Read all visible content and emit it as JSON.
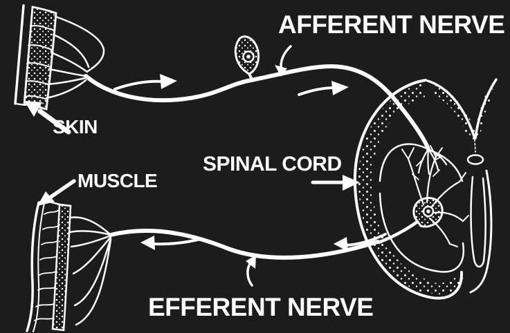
{
  "colors": {
    "background": "#1c1c1c",
    "ink": "#ffffff"
  },
  "diagram": {
    "type": "reflex-arc-illustration",
    "labels": {
      "afferent_nerve": "AFFERENT NERVE",
      "skin": "SKIN",
      "spinal_cord": "SPINAL CORD",
      "muscle": "MUSCLE",
      "efferent_nerve": "EFFERENT NERVE"
    },
    "arrows": [
      {
        "name": "afferent-flow-arrow-1",
        "direction": "right"
      },
      {
        "name": "afferent-flow-arrow-2",
        "direction": "right"
      },
      {
        "name": "afferent-label-pointer",
        "direction": "down-left"
      },
      {
        "name": "skin-label-pointer",
        "direction": "up-left"
      },
      {
        "name": "muscle-label-pointer",
        "direction": "down-left"
      },
      {
        "name": "spinal-cord-label-pointer",
        "direction": "right"
      },
      {
        "name": "efferent-flow-arrow-1",
        "direction": "left"
      },
      {
        "name": "efferent-flow-arrow-2",
        "direction": "left"
      },
      {
        "name": "efferent-label-pointer",
        "direction": "up"
      }
    ]
  }
}
